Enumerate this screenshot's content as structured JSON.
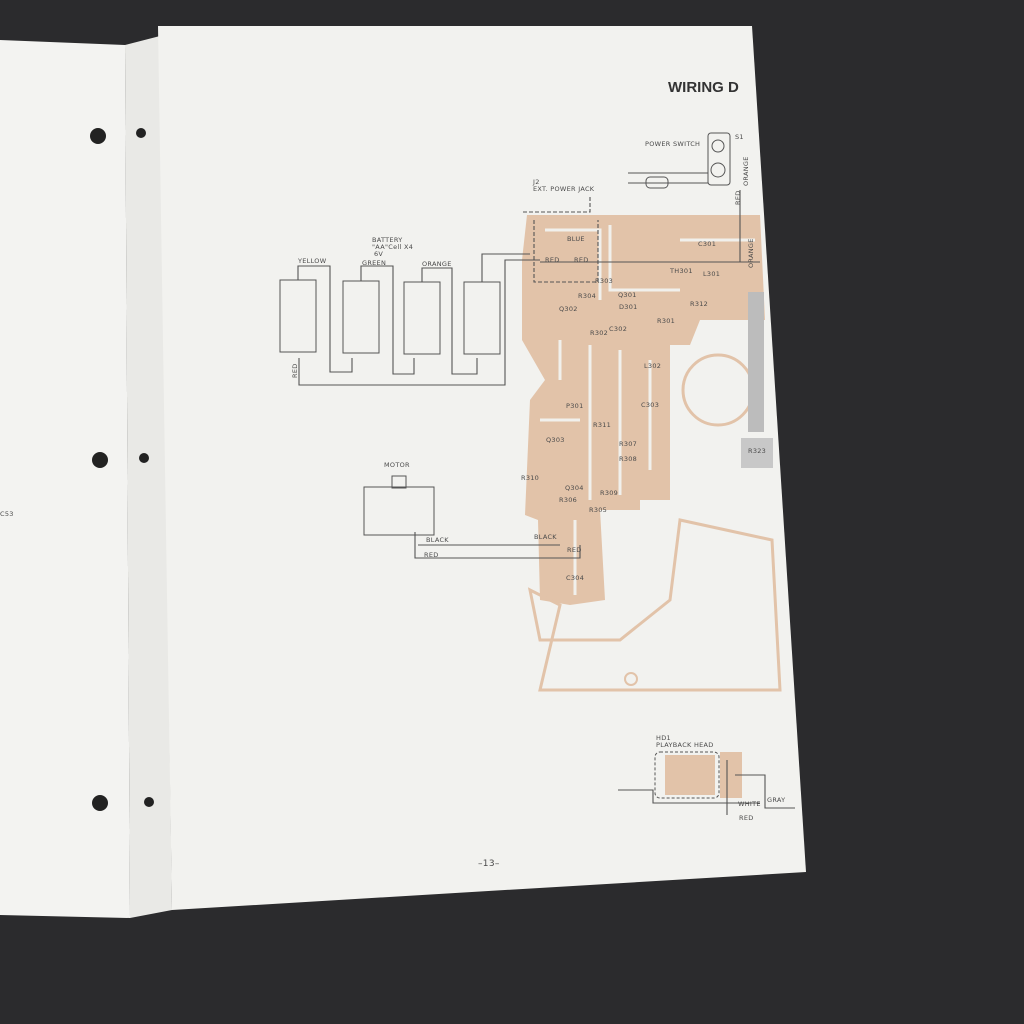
{
  "page": {
    "heading": "WIRING D",
    "page_number": "–13–",
    "left_page_text": "C53"
  },
  "diagram": {
    "switch": {
      "ref": "S1",
      "name": "POWER SWITCH"
    },
    "jack": {
      "ref": "J2",
      "name": "EXT. POWER JACK"
    },
    "battery": {
      "title": "BATTERY",
      "cells": "\"AA\"Cell X4",
      "voltage": "6V"
    },
    "battery_wires": [
      "YELLOW",
      "GREEN",
      "ORANGE",
      "RED"
    ],
    "board_wires": {
      "blue": "BLUE",
      "red1": "RED",
      "red2": "RED",
      "orange1": "ORANGE",
      "orange2": "ORANGE",
      "red3": "RED",
      "black": "BLACK",
      "red4": "RED"
    },
    "motor": {
      "name": "MOTOR",
      "wire1": "BLACK",
      "wire2": "RED"
    },
    "components": [
      "C301",
      "R303",
      "TH301",
      "L301",
      "Q301",
      "R304",
      "D301",
      "R312",
      "Q302",
      "R301",
      "C302",
      "R302",
      "L302",
      "P301",
      "C303",
      "R311",
      "Q303",
      "R307",
      "R308",
      "R310",
      "Q304",
      "R309",
      "R306",
      "R305",
      "C304",
      "R323"
    ],
    "head": {
      "ref": "HD1",
      "name": "PLAYBACK HEAD",
      "wire_white": "WHITE",
      "wire_gray": "GRAY",
      "wire_red": "RED"
    }
  },
  "colors": {
    "background": "#2b2b2d",
    "paper": "#f2f2ef",
    "copper": "#e2c3a9"
  }
}
